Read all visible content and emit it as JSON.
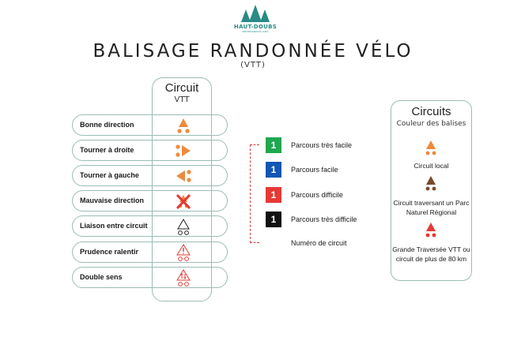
{
  "logo": {
    "name": "HAUT-DOUBS",
    "tagline": "MONTAGNES DU JURA"
  },
  "header": {
    "title": "BALISAGE RANDONNÉE VÉLO",
    "subtitle": "(VTT)"
  },
  "column": {
    "title": "Circuit",
    "subtitle": "VTT"
  },
  "rows": [
    {
      "label": "Bonne direction",
      "icon": "up-arrow-icon",
      "color": "#ef8a3c"
    },
    {
      "label": "Tourner à droite",
      "icon": "right-arrow-icon",
      "color": "#ef8a3c"
    },
    {
      "label": "Tourner à gauche",
      "icon": "left-arrow-icon",
      "color": "#ef8a3c"
    },
    {
      "label": "Mauvaise direction",
      "icon": "wrong-way-cross-icon",
      "color": "#e53935"
    },
    {
      "label": "Liaison entre circuit",
      "icon": "outline-triangle-icon",
      "color": "#222222"
    },
    {
      "label": "Prudence ralentir",
      "icon": "caution-triangle-icon",
      "color": "#e53935"
    },
    {
      "label": "Double sens",
      "icon": "two-way-triangle-icon",
      "color": "#e53935"
    }
  ],
  "legend": {
    "items": [
      {
        "number": "1",
        "label": "Parcours très facile",
        "color": "#1fa84f"
      },
      {
        "number": "1",
        "label": "Parcours facile",
        "color": "#1155b5"
      },
      {
        "number": "1",
        "label": "Parcours difficile",
        "color": "#e53935"
      },
      {
        "number": "1",
        "label": "Parcours très difficile",
        "color": "#111111"
      }
    ],
    "footnote": "Numéro de circuit"
  },
  "colors_box": {
    "title": "Circuits",
    "subtitle": "Couleur des balises",
    "items": [
      {
        "label": "Circuit local",
        "color": "#ef8a3c"
      },
      {
        "label": "Circuit traversant un Parc Naturel Régional",
        "color": "#7a4a2e"
      },
      {
        "label": "Grande Traversée VTT ou circuit de plus de 80 km",
        "color": "#e53935"
      }
    ]
  }
}
